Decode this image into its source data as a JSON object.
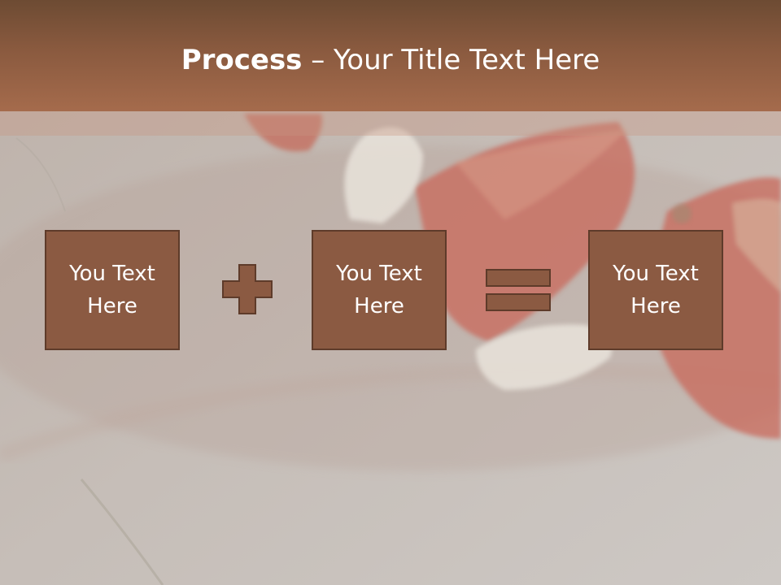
{
  "slide": {
    "title_bold": "Process",
    "title_rest": " – Your Title Text Here",
    "boxes": [
      {
        "label": "You Text Here"
      },
      {
        "label": "You Text Here"
      },
      {
        "label": "You Text Here"
      }
    ],
    "operators": [
      "plus-icon",
      "equals-icon"
    ],
    "colors": {
      "title_bar": "#8a5a3f",
      "box_fill": "#8b5a42",
      "box_border": "#5e3b2a",
      "background": "#c9c3bd"
    }
  }
}
